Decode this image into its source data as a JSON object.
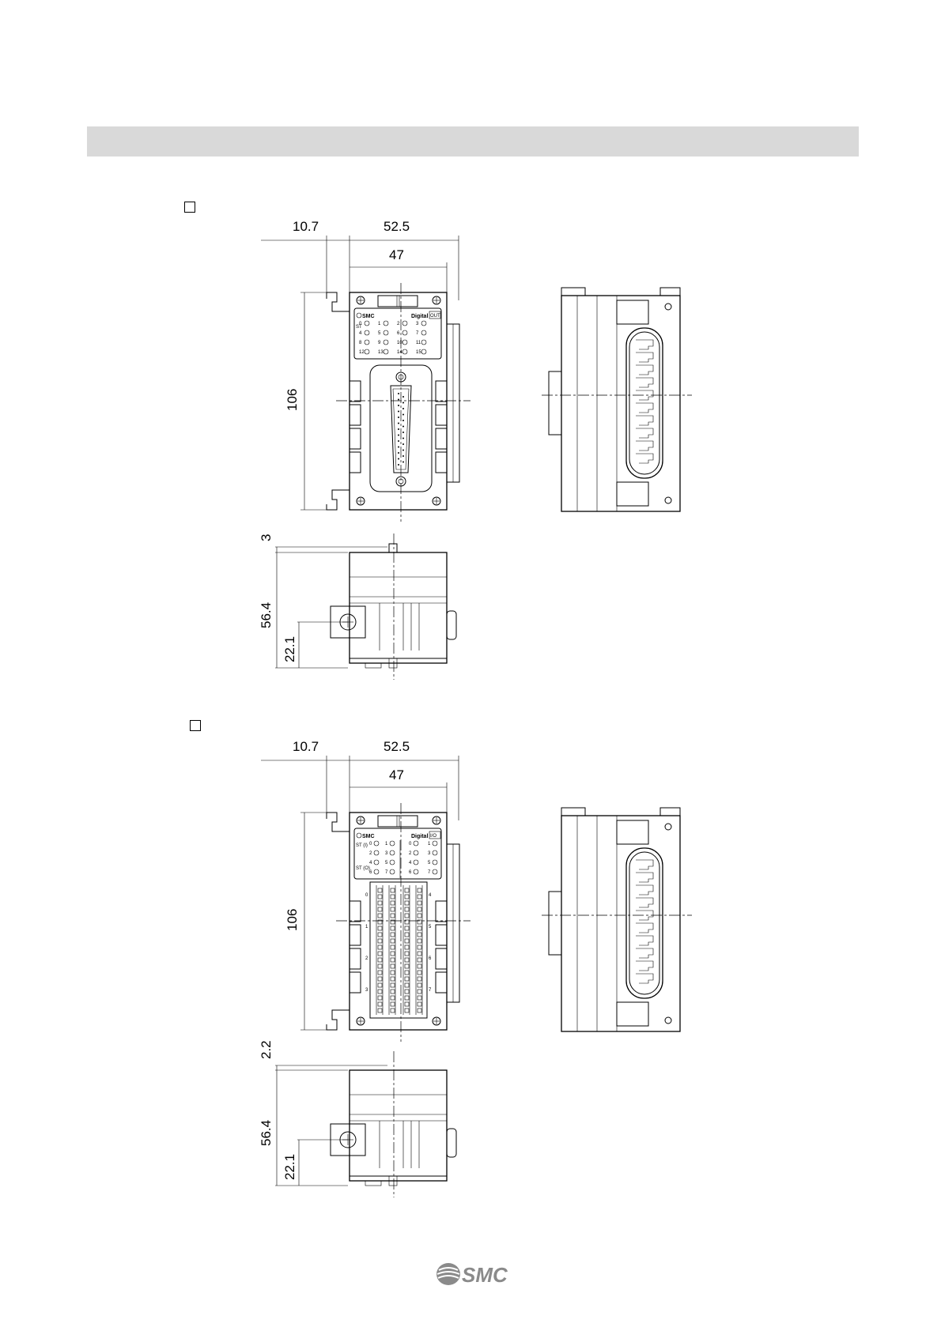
{
  "section_checkbox_1": "",
  "section_checkbox_2": "",
  "drawing1": {
    "dims": {
      "width_overall": "52.5",
      "offset_left": "10.7",
      "width_body": "47",
      "height": "106",
      "top_protrusion": "3",
      "depth": "56.4",
      "depth_lower": "22.1"
    },
    "panel": {
      "brand": "SMC",
      "type": "Digital",
      "badge": "OUT",
      "st_label": "ST",
      "leds": [
        "0",
        "1",
        "2",
        "3",
        "4",
        "5",
        "6",
        "7",
        "8",
        "9",
        "10",
        "11",
        "12",
        "13",
        "14",
        "15"
      ]
    }
  },
  "drawing2": {
    "dims": {
      "width_overall": "52.5",
      "offset_left": "10.7",
      "width_body": "47",
      "height": "106",
      "top_protrusion": "2.2",
      "depth": "56.4",
      "depth_lower": "22.1"
    },
    "panel": {
      "brand": "SMC",
      "type": "Digital",
      "badge": "I/O",
      "st_in": "ST\n(I)",
      "st_out": "ST\n(O)",
      "leds_left": [
        "0",
        "1",
        "2",
        "3",
        "4",
        "5",
        "6",
        "7"
      ],
      "leds_right": [
        "0",
        "1",
        "2",
        "3",
        "4",
        "5",
        "6",
        "7"
      ],
      "terminal_left": [
        "0",
        "1",
        "2",
        "3"
      ],
      "terminal_right": [
        "4",
        "5",
        "6",
        "7"
      ]
    }
  },
  "footer": {
    "logo_text": "SMC"
  }
}
